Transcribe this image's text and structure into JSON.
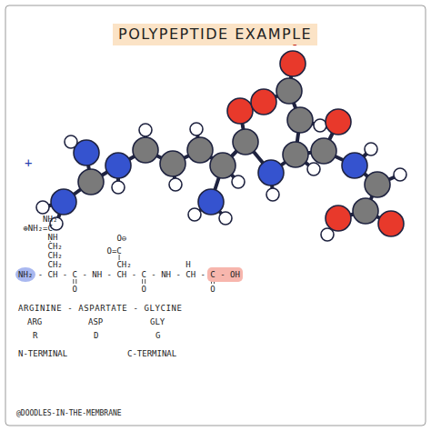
{
  "diagram": {
    "title": "POLYPEPTIDE EXAMPLE",
    "labels": [
      "+",
      "-",
      "NH₂",
      "⊕NH₂=C",
      "NH",
      "CH₂",
      "CH₂",
      "CH₂",
      "O⊖",
      "O=C",
      "CH₂",
      "H",
      "NH₂",
      "- CH - C - NH - CH - C - NH - CH -",
      "C - OH",
      "O",
      "O",
      "O",
      "ARGININE - ASPARTATE - GLYCINE",
      "ARG",
      "ASP",
      "GLY",
      "R",
      "D",
      "G",
      "N-TERMINAL",
      "C-TERMINAL",
      "@DOODLES-IN-THE-MEMBRANE"
    ]
  }
}
